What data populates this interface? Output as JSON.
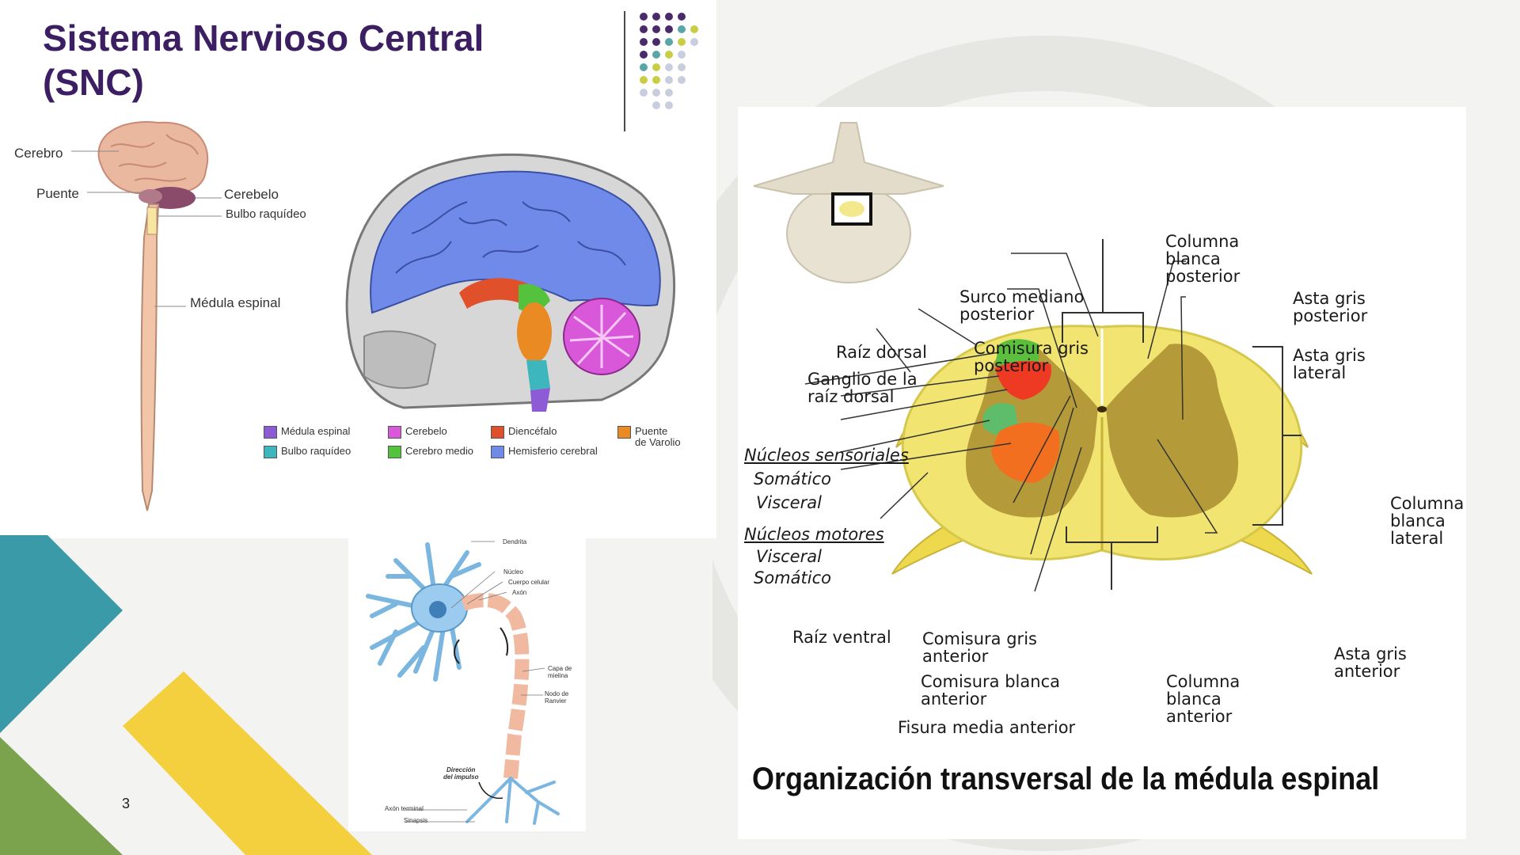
{
  "slide": {
    "title_line1": "Sistema Nervioso Central",
    "title_line2": "(SNC)",
    "page_number": "3"
  },
  "colors": {
    "title": "#3c1f63",
    "teal": "#3b9aa8",
    "green": "#7ba34d",
    "yellow": "#f4d03f",
    "dot_purple": "#4b2a6b",
    "dot_teal": "#5aa5a8",
    "dot_lime": "#c8cd45",
    "dot_grey": "#c9cde0"
  },
  "cns_figure": {
    "labels": {
      "cerebro": "Cerebro",
      "puente": "Puente",
      "cerebelo": "Cerebelo",
      "bulbo": "Bulbo raquídeo",
      "medula": "Médula espinal"
    }
  },
  "brain_figure": {
    "legend": [
      {
        "label": "Médula espinal",
        "color": "#8e5bd6"
      },
      {
        "label": "Bulbo raquídeo",
        "color": "#3db7bd"
      },
      {
        "label": "Cerebelo",
        "color": "#d957d9"
      },
      {
        "label": "Cerebro medio",
        "color": "#55c23d"
      },
      {
        "label": "Diencéfalo",
        "color": "#e0502a"
      },
      {
        "label": "Hemisferio cerebral",
        "color": "#6f8ae8"
      },
      {
        "label": "Puente\nde Varolio",
        "color": "#e98a22"
      }
    ]
  },
  "neuron_figure": {
    "labels": {
      "dendrita": "Dendrita",
      "nucleo": "Núcleo",
      "cuerpo": "Cuerpo celular",
      "axon": "Axón",
      "mielina": "Capa de\nmielina",
      "ranvier": "Nodo de\nRanvier",
      "direccion": "Dirección\ndel impulso",
      "terminal": "Axón terminal",
      "sinapsis": "Sinapsis"
    }
  },
  "spinal_figure": {
    "title": "Organización transversal de la médula espinal",
    "labels": {
      "col_post": "Columna\nblanca\nposterior",
      "surco": "Surco mediano\nposterior",
      "asta_post": "Asta gris\nposterior",
      "raiz_dorsal": "Raíz dorsal",
      "comisura_post": "Comisura gris\nposterior",
      "asta_lat": "Asta gris\nlateral",
      "ganglio": "Ganglio de la\nraíz dorsal",
      "nuc_sens": "Núcleos sensoriales",
      "somatico1": "Somático",
      "visceral1": "Visceral",
      "nuc_mot": "Núcleos motores",
      "visceral2": "Visceral",
      "somatico2": "Somático",
      "col_lat": "Columna\nblanca\nlateral",
      "raiz_ventral": "Raíz ventral",
      "comisura_ant": "Comisura gris\nanterior",
      "comisura_blanca": "Comisura blanca\nanterior",
      "fisura": "Fisura media anterior",
      "col_ant": "Columna\nblanca\nanterior",
      "asta_ant": "Asta gris\nanterior"
    }
  }
}
